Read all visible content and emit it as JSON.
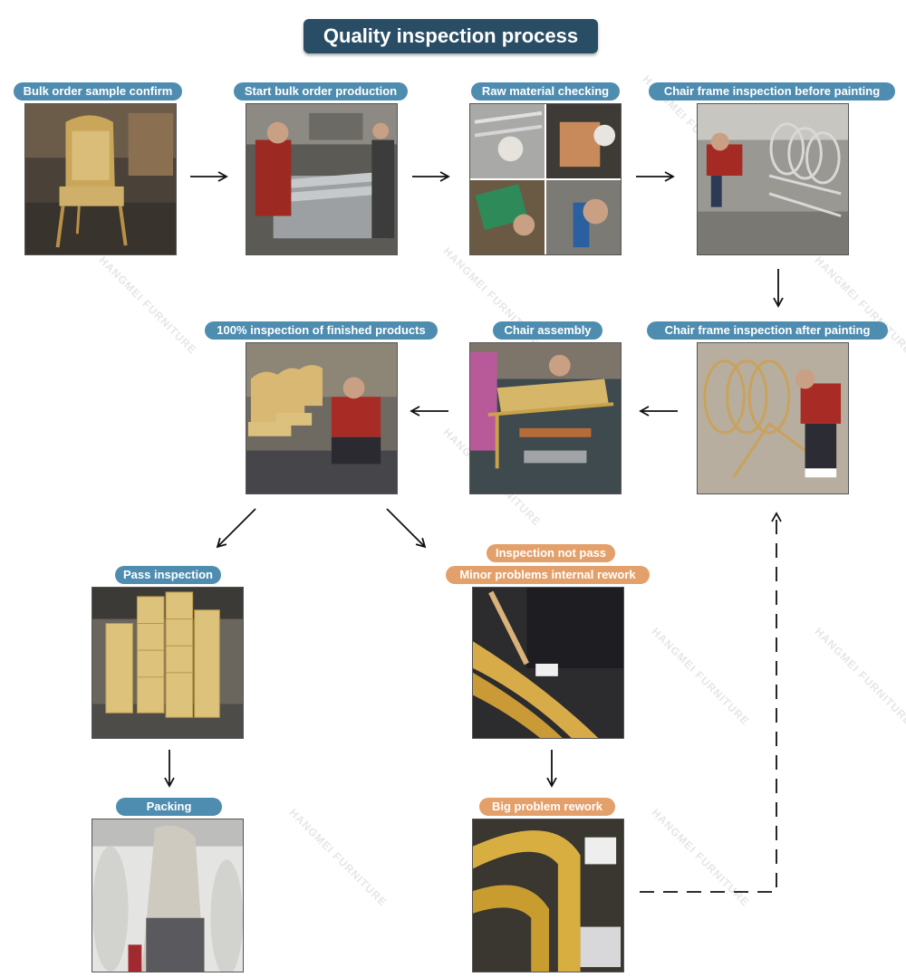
{
  "title": "Quality inspection process",
  "steps": {
    "s1": "Bulk order sample confirm",
    "s2": "Start bulk order production",
    "s3": "Raw material checking",
    "s4": "Chair frame inspection before painting",
    "s5": "Chair frame inspection after painting",
    "s6": "Chair assembly",
    "s7": "100% inspection of finished products",
    "pass": "Pass inspection",
    "packing": "Packing",
    "fail1": "Inspection not pass",
    "fail2": "Minor problems internal rework",
    "big": "Big problem rework"
  },
  "watermark": "HANGMEI FURNITURE",
  "colors": {
    "title_bg": "#2a4d66",
    "step_pill": "#4f8db0",
    "fail_pill": "#e3a06a"
  }
}
